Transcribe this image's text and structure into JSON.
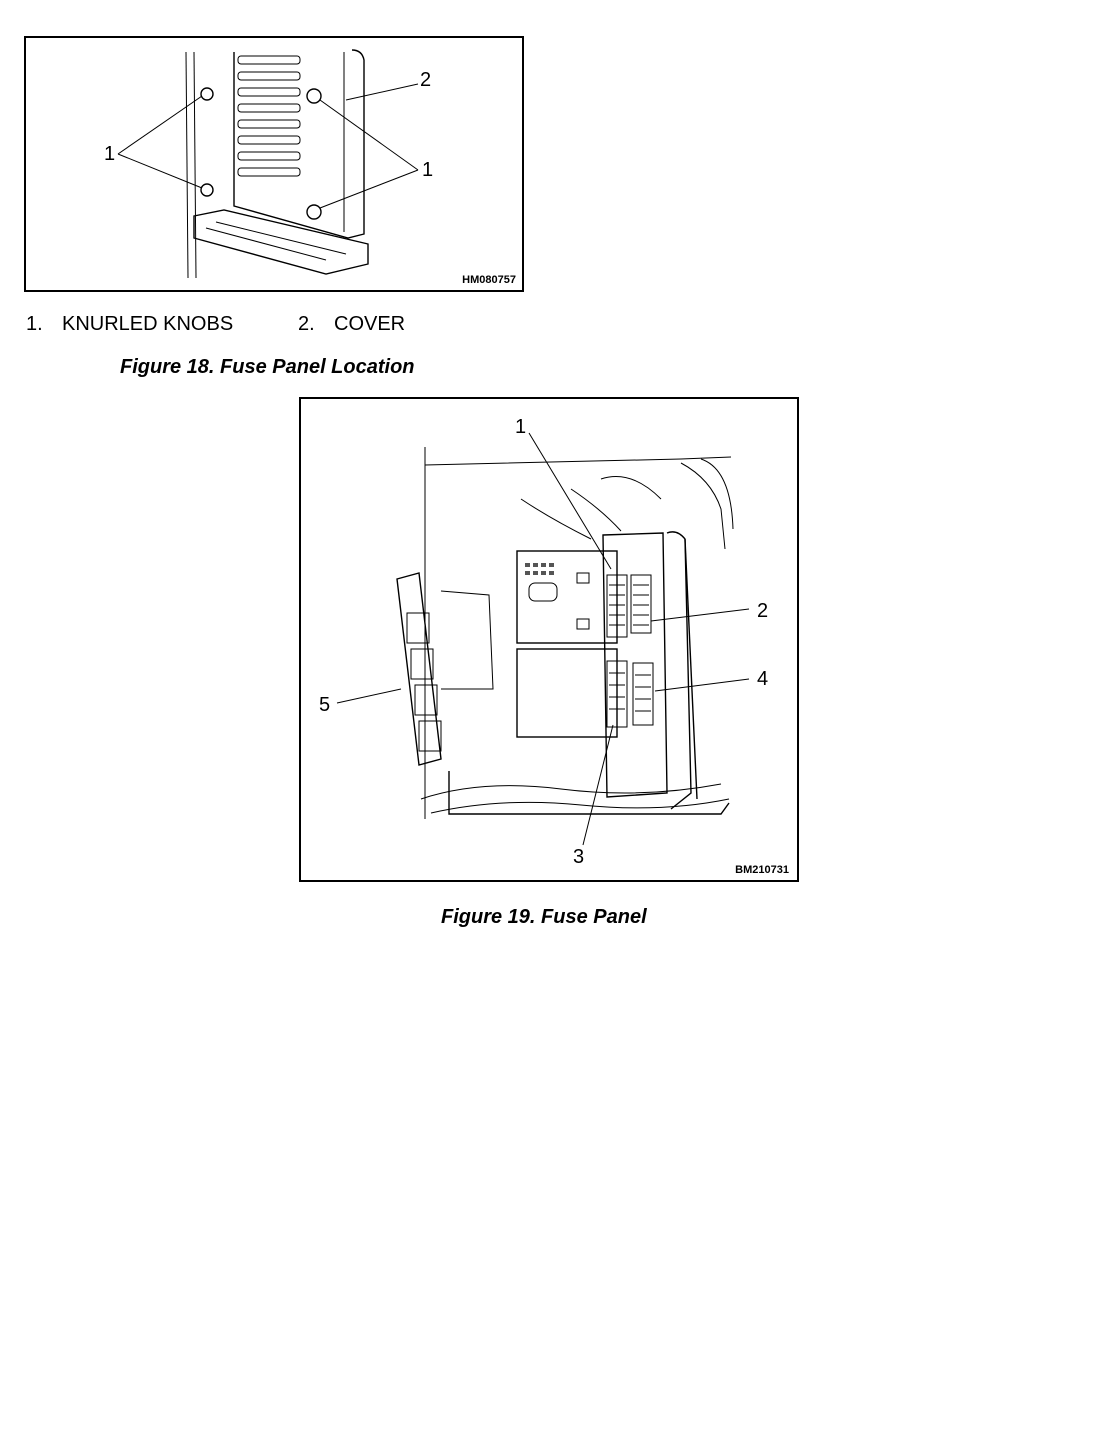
{
  "figure18": {
    "image_id": "HM080757",
    "callouts": {
      "c1_left": "1",
      "c1_right": "1",
      "c2": "2"
    },
    "legend": [
      {
        "number": "1.",
        "label": "KNURLED KNOBS"
      },
      {
        "number": "2.",
        "label": "COVER"
      }
    ],
    "caption": "Figure 18.  Fuse Panel Location"
  },
  "figure19": {
    "image_id": "BM210731",
    "callouts": {
      "c1": "1",
      "c2": "2",
      "c3": "3",
      "c4": "4",
      "c5": "5"
    },
    "caption": "Figure 19.  Fuse Panel"
  }
}
